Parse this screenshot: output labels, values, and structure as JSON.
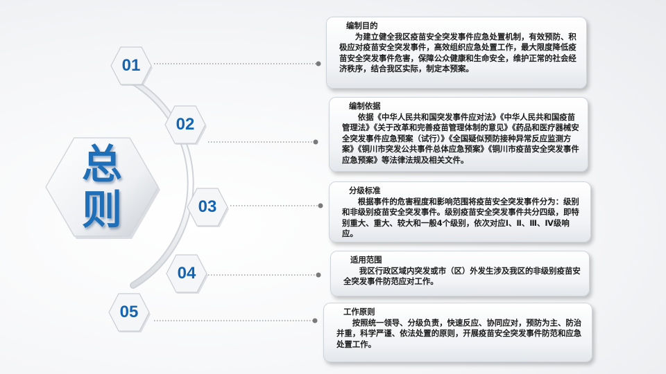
{
  "title": [
    "总",
    "则"
  ],
  "sections": [
    {
      "num": "01",
      "heading": "编制目的",
      "body": "为建立健全我区疫苗安全突发事件应急处置机制，有效预防、积极应对疫苗安全突发事件，高效组织应急处置工作，最大限度降低疫苗安全突发事件危害，保障公众健康和生命安全，维护正常的社会经济秩序，结合我区实际，制定本预案。"
    },
    {
      "num": "02",
      "heading": "编制依据",
      "body": "依据《中华人民共和国突发事件应对法》《中华人民共和国疫苗管理法》《关于改革和完善疫苗管理体制的意见》《药品和医疗器械安全突发事件应急预案（试行）》《全国疑似预防接种异常反应监测方案》《铜川市突发公共事件总体应急预案》《铜川市疫苗安全突发事件应急预案》等法律法规及相关文件。"
    },
    {
      "num": "03",
      "heading": "分级标准",
      "body": "根据事件的危害程度和影响范围将疫苗安全突发事件分为：级别和非级别疫苗安全突发事件。级别疫苗安全突发事件共分四级，即特别重大、重大、较大和一般4个级别，依次对应Ⅰ、Ⅱ、Ⅲ、Ⅳ级响应。"
    },
    {
      "num": "04",
      "heading": "适用范围",
      "body": "我区行政区域内突发或市（区）外发生涉及我区的非级别疫苗安全突发事件防范应对工作。"
    },
    {
      "num": "05",
      "heading": "工作原则",
      "body": "按照统一领导、分级负责，快速反应、协同应对，预防为主、防治并重，科学严谨、依法处置的原则，开展疫苗安全突发事件防范和应急处置工作。"
    }
  ],
  "colors": {
    "accent": "#1f6fb8",
    "number": "#1464b4",
    "connector": "#7a7a7a"
  }
}
